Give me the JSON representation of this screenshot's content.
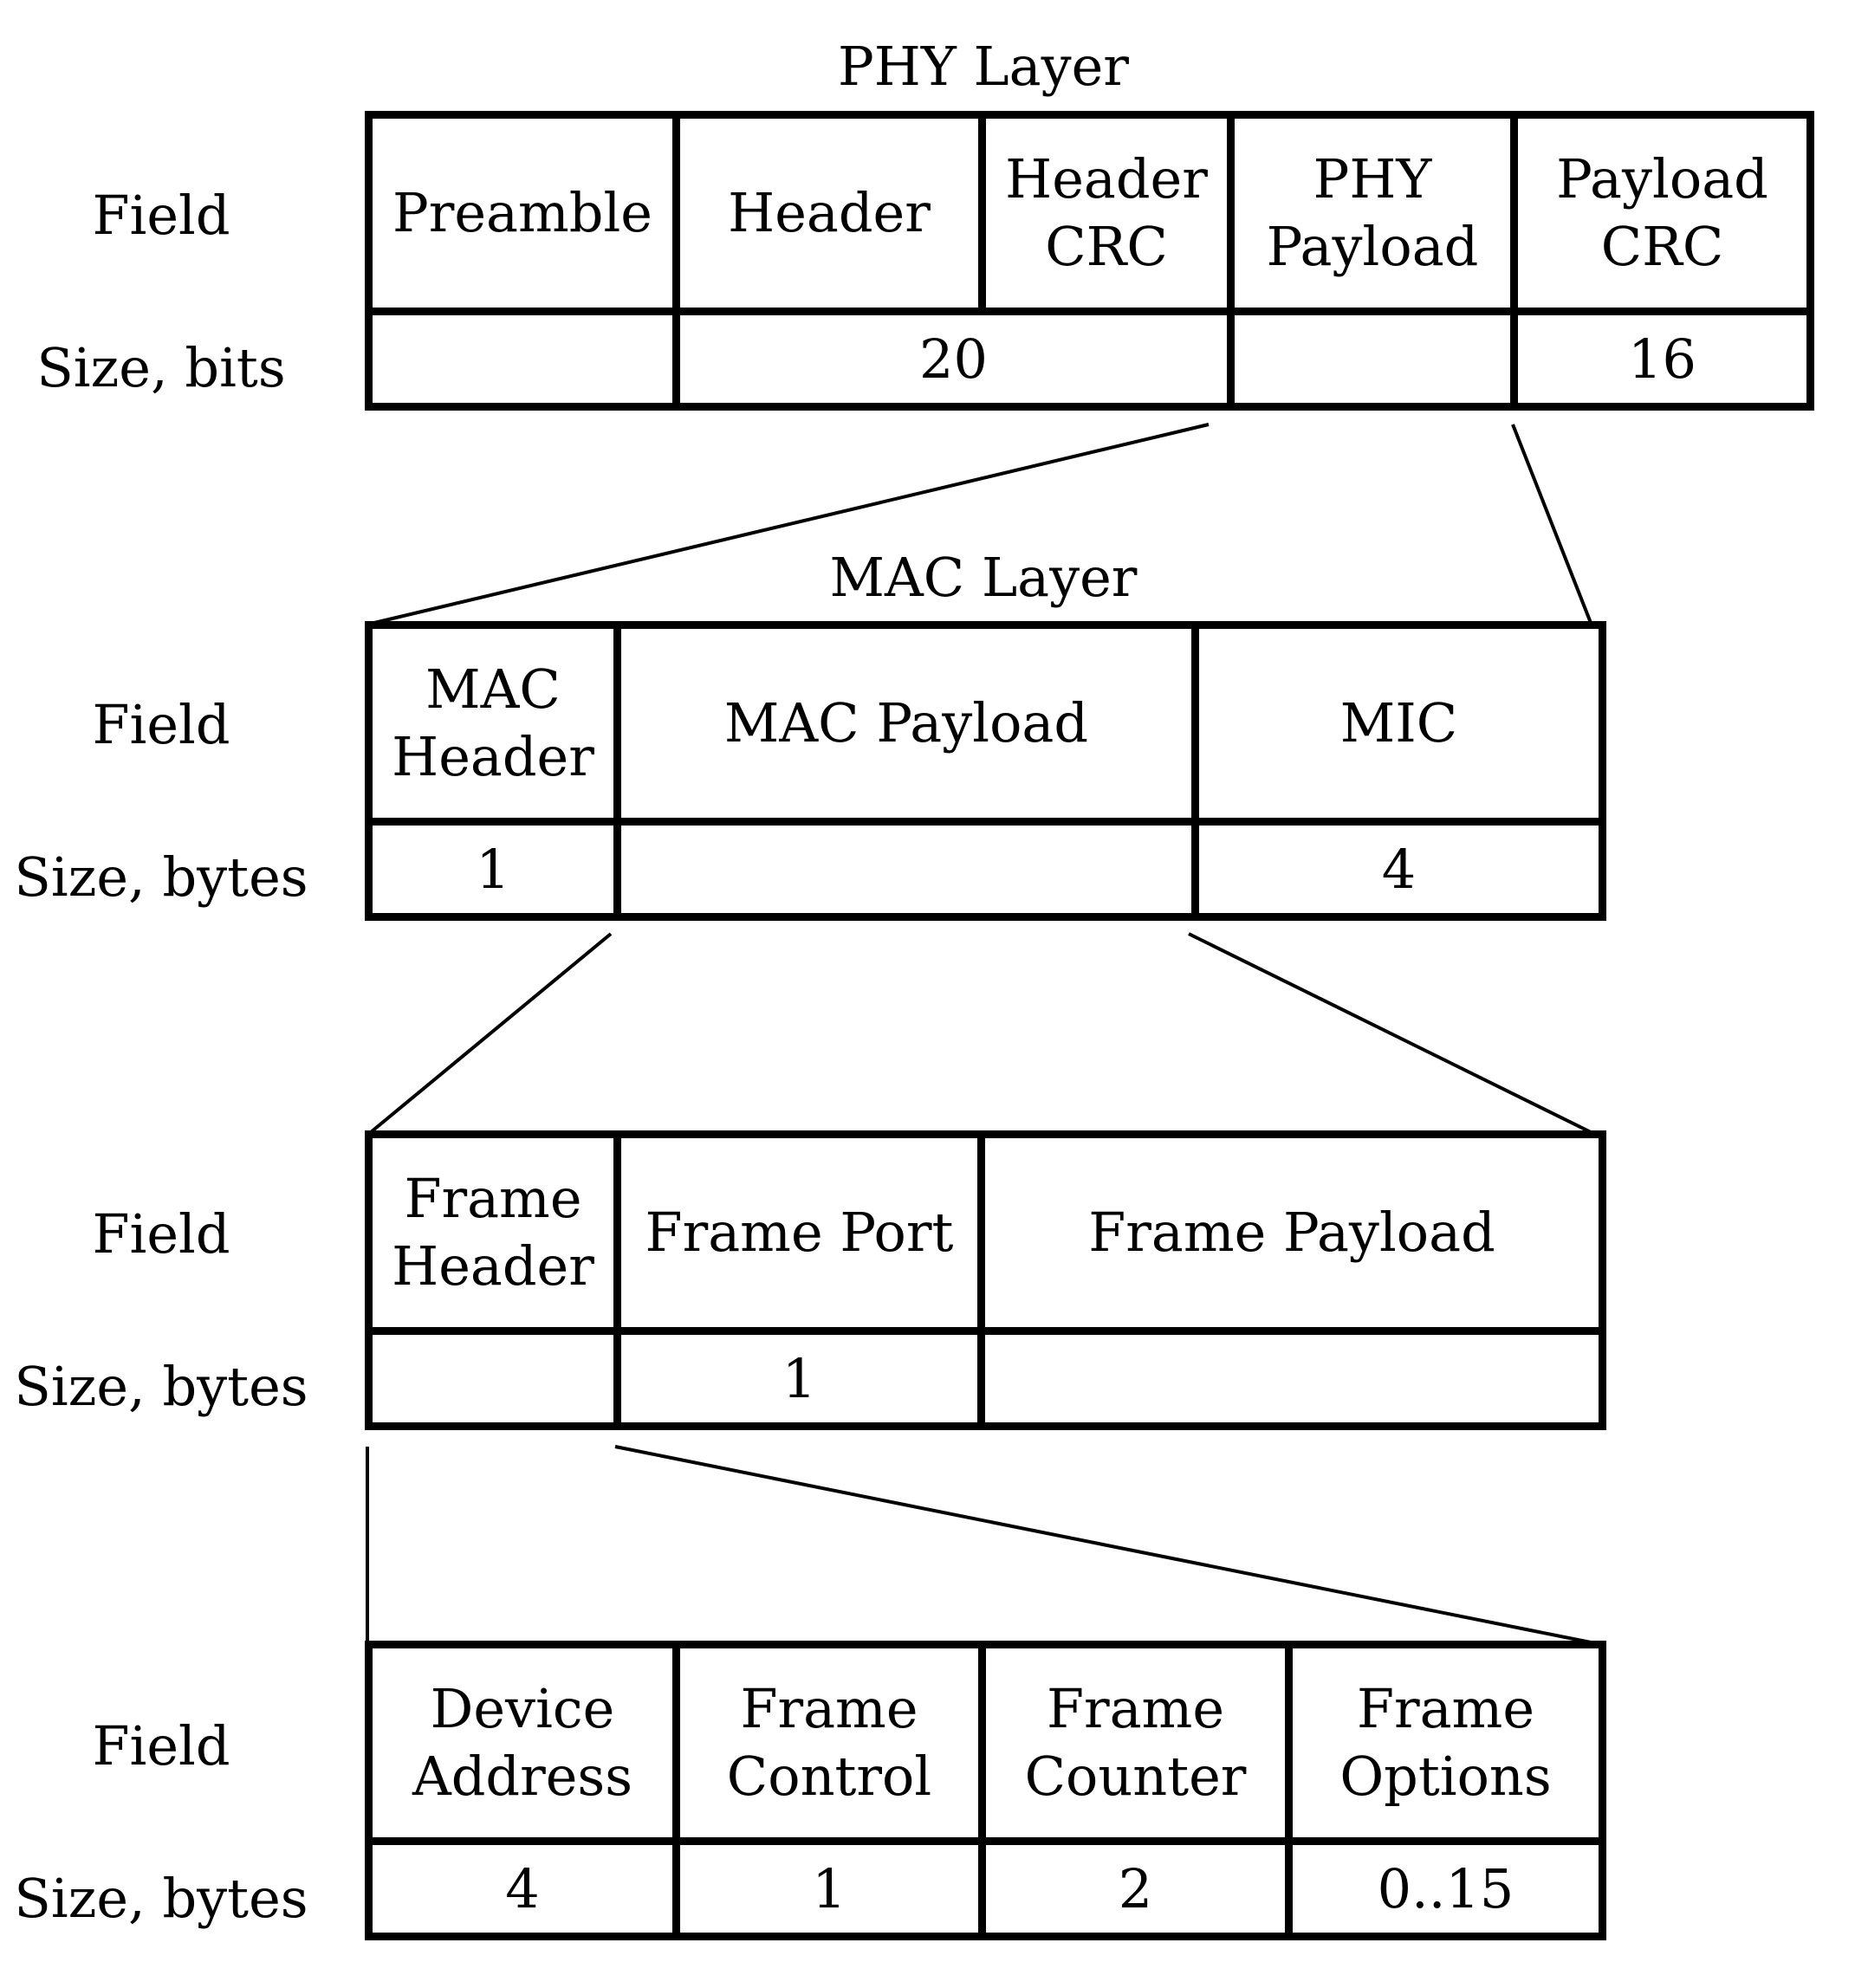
{
  "phy": {
    "title": "PHY Layer",
    "field_label": "Field",
    "size_label": "Size, bits",
    "fields": [
      {
        "name": "Preamble",
        "size": ""
      },
      {
        "name": "Header",
        "size": ""
      },
      {
        "name": "Header CRC",
        "size": ""
      },
      {
        "name": "PHY Payload",
        "size": ""
      },
      {
        "name": "Payload CRC",
        "size": "16"
      }
    ],
    "header_and_crc_size": "20"
  },
  "mac": {
    "title": "MAC Layer",
    "field_label": "Field",
    "size_label": "Size, bytes",
    "fields": [
      {
        "name": "MAC Header",
        "size": "1"
      },
      {
        "name": "MAC Payload",
        "size": ""
      },
      {
        "name": "MIC",
        "size": "4"
      }
    ]
  },
  "frame": {
    "field_label": "Field",
    "size_label": "Size, bytes",
    "fields": [
      {
        "name": "Frame Header",
        "size": ""
      },
      {
        "name": "Frame Port",
        "size": "1"
      },
      {
        "name": "Frame Payload",
        "size": ""
      }
    ]
  },
  "frame_header": {
    "field_label": "Field",
    "size_label": "Size, bytes",
    "fields": [
      {
        "name": "Device Address",
        "size": "4"
      },
      {
        "name": "Frame Control",
        "size": "1"
      },
      {
        "name": "Frame Counter",
        "size": "2"
      },
      {
        "name": "Frame Options",
        "size": "0..15"
      }
    ]
  }
}
